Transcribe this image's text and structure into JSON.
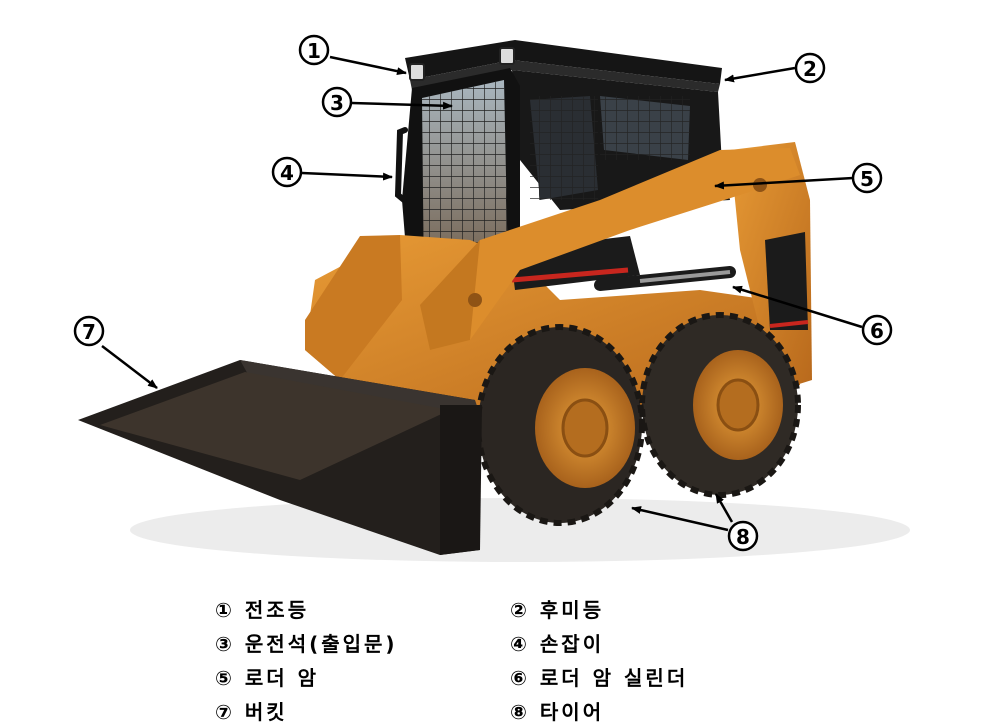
{
  "callouts": [
    {
      "number": "1"
    },
    {
      "number": "2"
    },
    {
      "number": "3"
    },
    {
      "number": "4"
    },
    {
      "number": "5"
    },
    {
      "number": "6"
    },
    {
      "number": "7"
    },
    {
      "number": "8"
    }
  ],
  "legend": [
    {
      "label": "① 전조등"
    },
    {
      "label": "② 후미등"
    },
    {
      "label": "③ 운전석(출입문)"
    },
    {
      "label": "④ 손잡이"
    },
    {
      "label": "⑤ 로더 암"
    },
    {
      "label": "⑥ 로더 암 실린더"
    },
    {
      "label": "⑦ 버킷"
    },
    {
      "label": "⑧ 타이어"
    }
  ],
  "colors": {
    "body": "#d98a2a",
    "body_shade": "#a9621a",
    "black_trim": "#1b1b1b",
    "red_stripe": "#c8261e",
    "tire": "#2e2a26",
    "bucket": "#231f1c",
    "ground_shadow": "#e9e9e9"
  }
}
